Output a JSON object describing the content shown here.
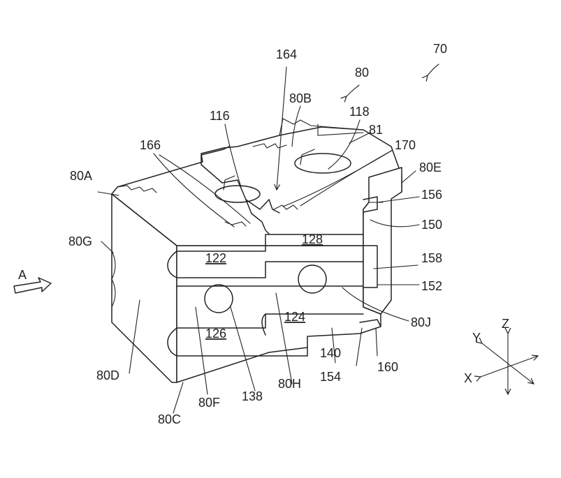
{
  "labels": {
    "l70": "70",
    "l80": "80",
    "l164": "164",
    "l80B": "80B",
    "l118": "118",
    "l116": "116",
    "l81": "81",
    "l166": "166",
    "l170": "170",
    "l80E": "80E",
    "l80A": "80A",
    "l156": "156",
    "l150": "150",
    "l80G": "80G",
    "l128": "128",
    "l122": "122",
    "l158": "158",
    "lA": "A",
    "l152": "152",
    "l124": "124",
    "l80J": "80J",
    "l126": "126",
    "l140": "140",
    "l160": "160",
    "l80D": "80D",
    "l154": "154",
    "l138": "138",
    "l80H": "80H",
    "l80F": "80F",
    "l80C": "80C",
    "lZ": "Z",
    "lY": "Y",
    "lX": "X"
  }
}
